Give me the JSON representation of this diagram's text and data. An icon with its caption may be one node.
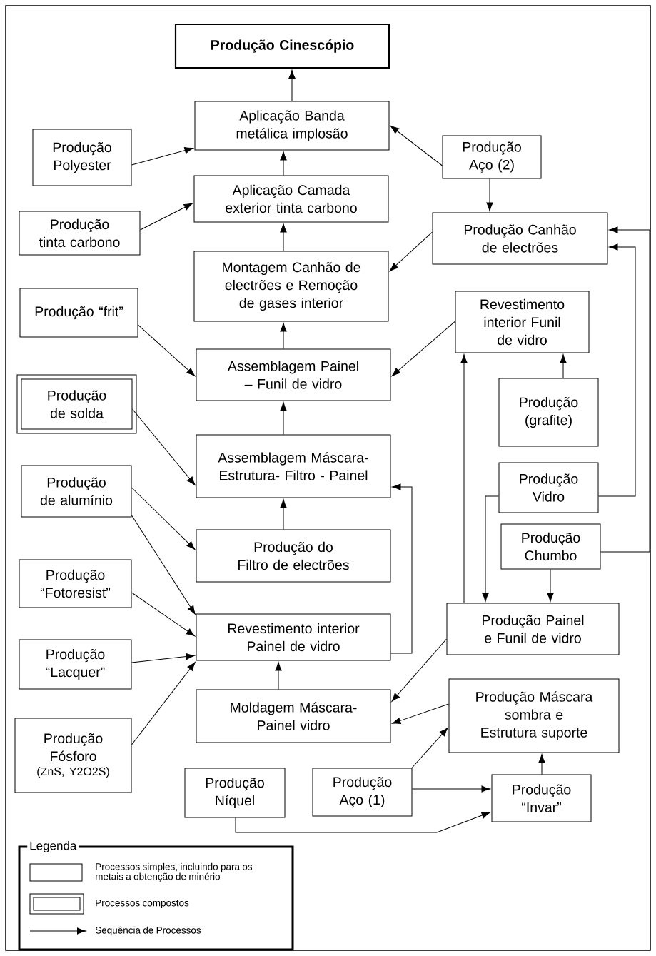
{
  "diagram": {
    "nodes": [
      {
        "text": [
          "Produção Cinescópio"
        ]
      },
      {
        "text": [
          "Aplicação Banda metálica implosão"
        ]
      },
      {
        "text": [
          "Produção Polyester"
        ]
      },
      {
        "text": [
          "Produção Aço (2)"
        ]
      },
      {
        "text": [
          "Aplicação Camada exterior tinta carbono"
        ]
      },
      {
        "text": [
          "Produção tinta carbono"
        ]
      },
      {
        "text": [
          "Produção Canhão de electrões"
        ]
      },
      {
        "text": [
          "Montagem Canhão de electrões e Remoção de gases interior"
        ]
      },
      {
        "text": [
          "Produção “frit”"
        ]
      },
      {
        "text": [
          "Revestimento interior Funil de vidro"
        ]
      },
      {
        "text": [
          "Assemblagem Painel – Funil de vidro"
        ]
      },
      {
        "text": [
          "Produção de solda"
        ]
      },
      {
        "text": [
          "Produção (grafite)"
        ]
      },
      {
        "text": [
          "Assemblagem Máscara- Estrutura- Filtro - Painel"
        ]
      },
      {
        "text": [
          "Produção de alumínio"
        ]
      },
      {
        "text": [
          "Produção Vidro"
        ]
      },
      {
        "text": [
          "Produção do Filtro de electrões"
        ]
      },
      {
        "text": [
          "Produção Chumbo"
        ]
      },
      {
        "text": [
          "Produção “Fotoresist”"
        ]
      },
      {
        "text": [
          "Revestimento interior Painel de vidro"
        ]
      },
      {
        "text": [
          "Produção Painel e Funil de vidro"
        ]
      },
      {
        "text": [
          "Produção “Lacquer”"
        ]
      },
      {
        "text": [
          "Moldagem Máscara- Painel vidro"
        ]
      },
      {
        "text": [
          "Produção Máscara sombra e Estrutura suporte"
        ]
      },
      {
        "text": [
          "Produção Fósforo",
          "(ZnS, Y2O2S)"
        ]
      },
      {
        "text": [
          "Produção Níquel"
        ]
      },
      {
        "text": [
          "Produção Aço (1)"
        ]
      },
      {
        "text": [
          "Produção “Invar”"
        ]
      }
    ],
    "edges": [
      {
        "from": 1,
        "to": 0,
        "arrow": "to"
      },
      {
        "from": 2,
        "to": 1,
        "arrow": "to"
      },
      {
        "from": 3,
        "to": 1,
        "arrow": "to"
      },
      {
        "from": 3,
        "to": 6,
        "arrow": "to"
      },
      {
        "from": 4,
        "to": 1,
        "arrow": "to"
      },
      {
        "from": 5,
        "to": 4,
        "arrow": "to"
      },
      {
        "from": 6,
        "to": 7,
        "arrow": "to"
      },
      {
        "from": 7,
        "to": 4,
        "arrow": "to"
      },
      {
        "from": 8,
        "to": 10,
        "arrow": "to"
      },
      {
        "from": 9,
        "to": 10,
        "arrow": "to"
      },
      {
        "from": 10,
        "to": 7,
        "arrow": "to"
      },
      {
        "from": 11,
        "to": 13,
        "arrow": "to"
      },
      {
        "from": 12,
        "to": 9,
        "arrow": "to"
      },
      {
        "from": 13,
        "to": 10,
        "arrow": "to"
      },
      {
        "from": 14,
        "to": 16,
        "arrow": "to"
      },
      {
        "from": 14,
        "to": 19,
        "arrow": "to"
      },
      {
        "from": 16,
        "to": 13,
        "arrow": "to"
      },
      {
        "from": 15,
        "to": 6,
        "arrow": "to"
      },
      {
        "from": 17,
        "to": 6,
        "arrow": "to"
      },
      {
        "from": 15,
        "to": 20,
        "arrow": "to"
      },
      {
        "from": 17,
        "to": 20,
        "arrow": "to"
      },
      {
        "from": 18,
        "to": 19,
        "arrow": "to"
      },
      {
        "from": 19,
        "to": 13,
        "arrow": "to"
      },
      {
        "from": 20,
        "to": 9,
        "arrow": "to"
      },
      {
        "from": 20,
        "to": 22,
        "arrow": "to"
      },
      {
        "from": 21,
        "to": 19,
        "arrow": "to"
      },
      {
        "from": 22,
        "to": 19,
        "arrow": "to"
      },
      {
        "from": 23,
        "to": 22,
        "arrow": "to"
      },
      {
        "from": 24,
        "to": 19,
        "arrow": "to"
      },
      {
        "from": 26,
        "to": 23,
        "arrow": "to"
      },
      {
        "from": 26,
        "to": 27,
        "arrow": "to"
      },
      {
        "from": 25,
        "to": 27,
        "arrow": "to"
      },
      {
        "from": 27,
        "to": 23,
        "arrow": "to"
      }
    ],
    "labels": [
      "Legenda"
    ],
    "legend": [
      {
        "text": "Processos simples, incluindo para os metais a obtenção de minério"
      },
      {
        "text": "Processos compostos"
      },
      {
        "text": "Sequência de Processos"
      }
    ]
  }
}
